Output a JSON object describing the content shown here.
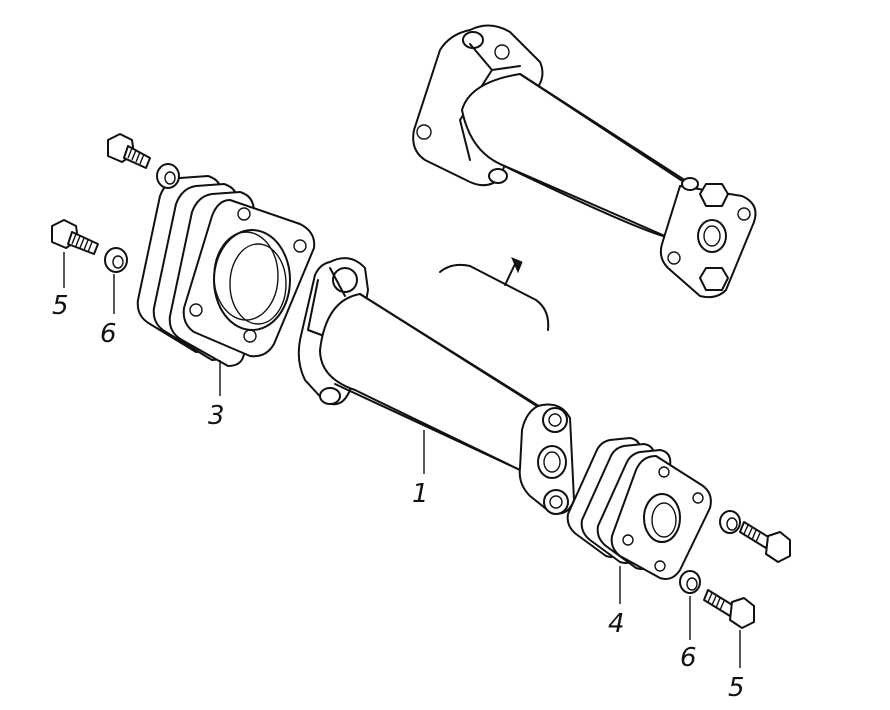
{
  "callouts": {
    "c1": "1",
    "c3": "3",
    "c4": "4",
    "c5a": "5",
    "c6a": "6",
    "c5b": "5",
    "c6b": "6"
  },
  "colors": {
    "line": "#111111",
    "background": "#ffffff"
  }
}
